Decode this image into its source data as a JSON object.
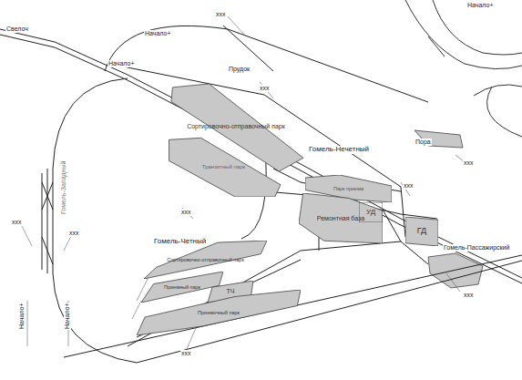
{
  "diagram": {
    "nodes": [
      {
        "text": [
          "Сортировочно-отправочный парк"
        ]
      },
      {
        "text": [
          "Транзитный парк"
        ]
      },
      {
        "text": [
          "Парк приема"
        ]
      },
      {
        "text": [
          "Ремонтная база"
        ]
      },
      {
        "text": [
          "УД"
        ]
      },
      {
        "text": [
          "ГД"
        ]
      },
      {
        "text": [
          "Сортировочно-отправочный парк"
        ]
      },
      {
        "text": [
          "Приемный парк"
        ]
      },
      {
        "text": [
          "ТЧ"
        ]
      },
      {
        "text": [
          "Приемочный парк"
        ]
      }
    ],
    "labels": [
      "Свелоч",
      "xxx",
      "Начало+",
      "Начало+",
      "Начало+",
      "Прудок",
      "xxx",
      "Гомель-Нечетный",
      "Пора",
      "xxx",
      "xxx",
      "xxx",
      "xxx",
      "xxx",
      "Гомель-Четный",
      "Гомель-Пассажирский",
      "xxx",
      "xxx",
      "Гомель-Западный",
      "Начало+",
      "Начало+"
    ]
  }
}
